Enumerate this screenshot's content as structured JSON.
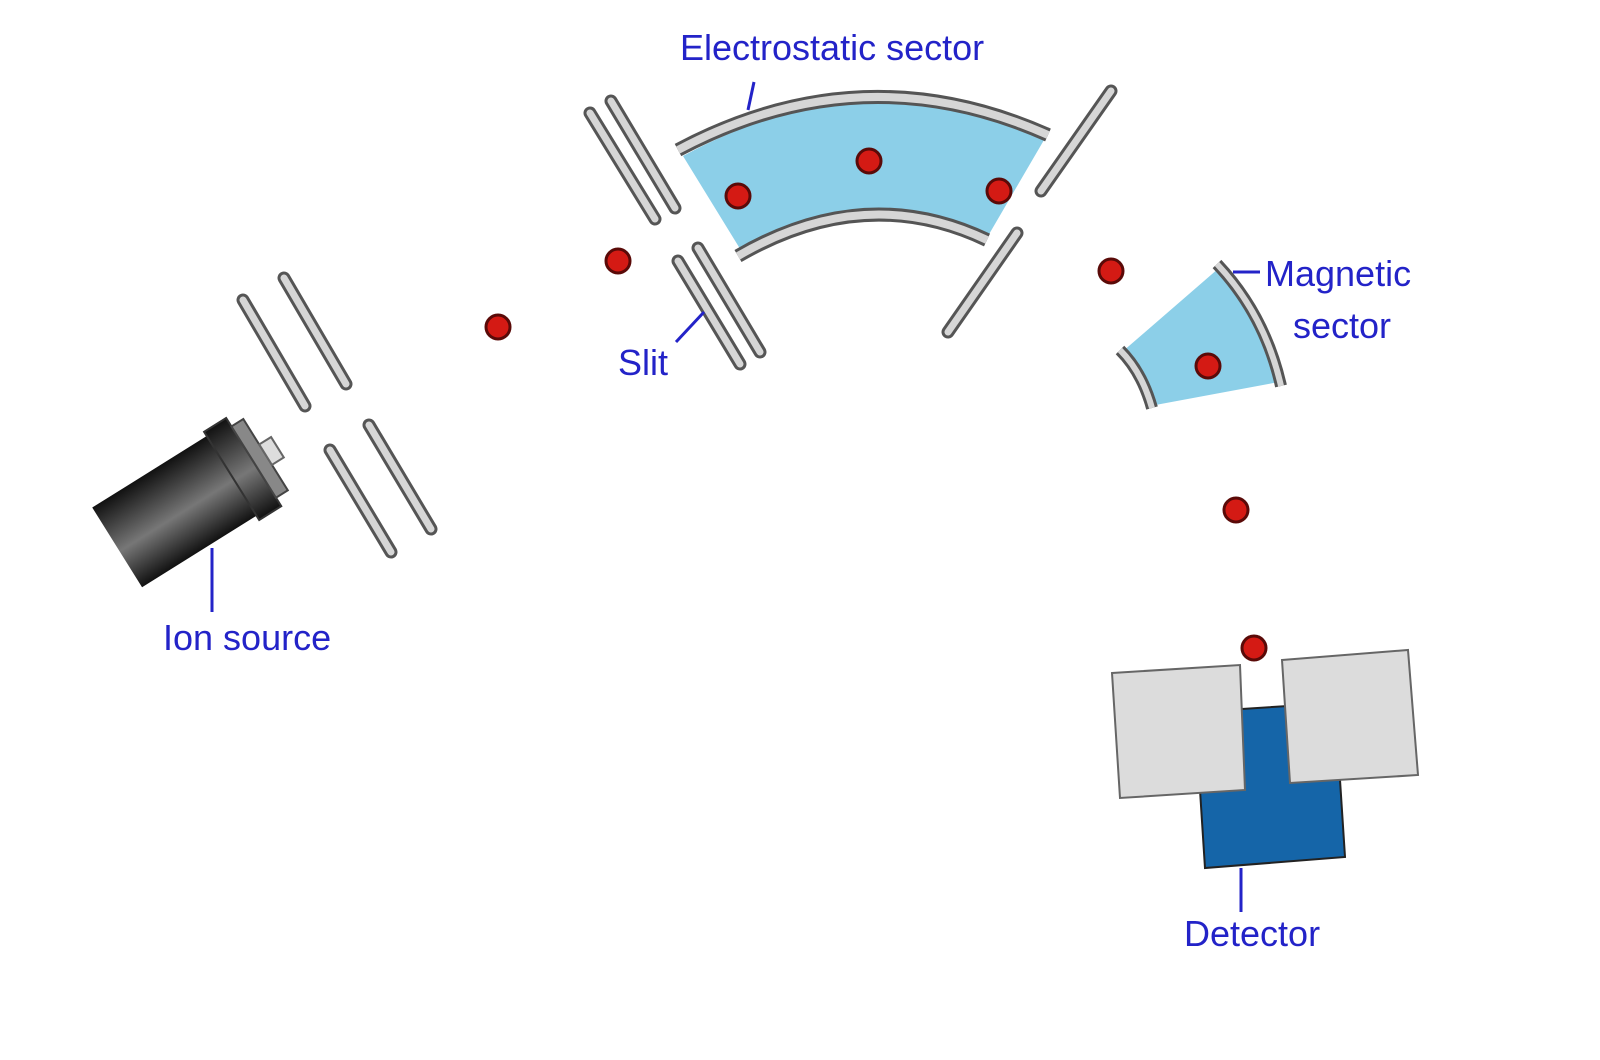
{
  "labels": {
    "electrostatic_sector": "Electrostatic sector",
    "slit": "Slit",
    "ion_source": "Ion source",
    "magnetic_sector_line1": "Magnetic",
    "magnetic_sector_line2": "sector",
    "detector": "Detector"
  },
  "colors": {
    "label": "#2323c8",
    "sector_field": "#8ccfe8",
    "ion": "#d41a14",
    "detector": "#1565a8",
    "plate": "#d6d6d6"
  },
  "ion_count": 9
}
